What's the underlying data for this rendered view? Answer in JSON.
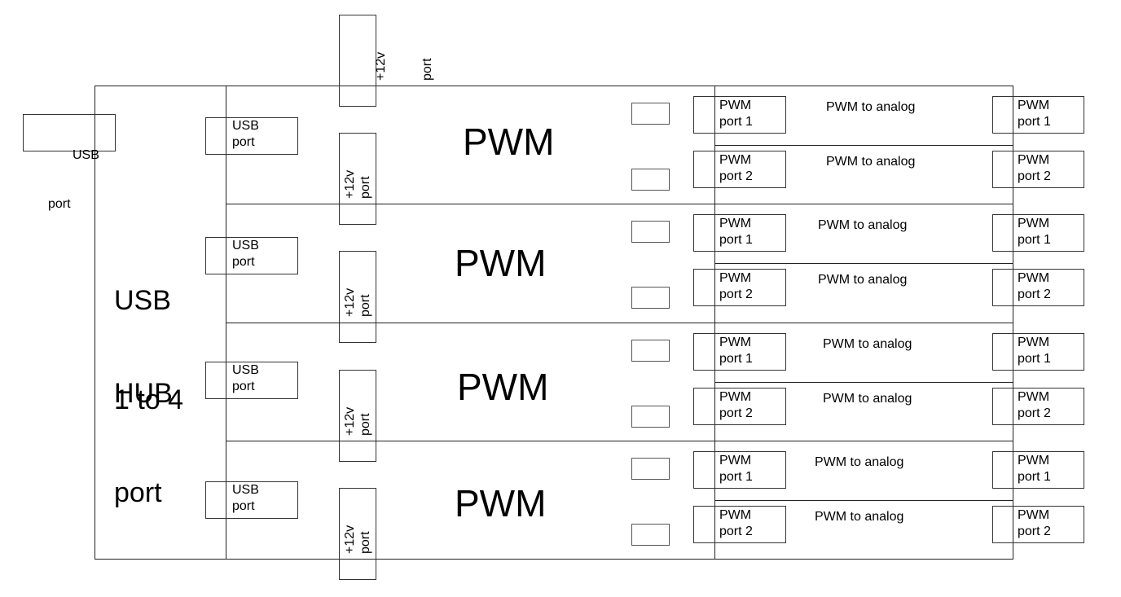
{
  "hub": {
    "title_line1": "USB",
    "title_line2": "HUB",
    "subtitle_line1": "1 to 4",
    "subtitle_line2": "port"
  },
  "external_usb": {
    "line1": "USB",
    "line2": "port"
  },
  "top_power": {
    "line1": "+12v",
    "line2": "port"
  },
  "boards": [
    {
      "label": "PWM",
      "usb": {
        "line1": "USB",
        "line2": "port"
      },
      "power": {
        "line1": "+12v",
        "line2": "port"
      },
      "channels": [
        {
          "left_port": {
            "line1": "PWM",
            "line2": "port 1"
          },
          "converter": "PWM to analog",
          "right_port": {
            "line1": "PWM",
            "line2": "port 1"
          }
        },
        {
          "left_port": {
            "line1": "PWM",
            "line2": "port 2"
          },
          "converter": "PWM to analog",
          "right_port": {
            "line1": "PWM",
            "line2": "port 2"
          }
        }
      ]
    },
    {
      "label": "PWM",
      "usb": {
        "line1": "USB",
        "line2": "port"
      },
      "power": {
        "line1": "+12v",
        "line2": "port"
      },
      "channels": [
        {
          "left_port": {
            "line1": "PWM",
            "line2": "port 1"
          },
          "converter": "PWM to analog",
          "right_port": {
            "line1": "PWM",
            "line2": "port 1"
          }
        },
        {
          "left_port": {
            "line1": "PWM",
            "line2": "port 2"
          },
          "converter": "PWM to analog",
          "right_port": {
            "line1": "PWM",
            "line2": "port 2"
          }
        }
      ]
    },
    {
      "label": "PWM",
      "usb": {
        "line1": "USB",
        "line2": "port"
      },
      "power": {
        "line1": "+12v",
        "line2": "port"
      },
      "channels": [
        {
          "left_port": {
            "line1": "PWM",
            "line2": "port 1"
          },
          "converter": "PWM to analog",
          "right_port": {
            "line1": "PWM",
            "line2": "port 1"
          }
        },
        {
          "left_port": {
            "line1": "PWM",
            "line2": "port 2"
          },
          "converter": "PWM to analog",
          "right_port": {
            "line1": "PWM",
            "line2": "port 2"
          }
        }
      ]
    },
    {
      "label": "PWM",
      "usb": {
        "line1": "USB",
        "line2": "port"
      },
      "power": {
        "line1": "+12v",
        "line2": "port"
      },
      "channels": [
        {
          "left_port": {
            "line1": "PWM",
            "line2": "port 1"
          },
          "converter": "PWM to analog",
          "right_port": {
            "line1": "PWM",
            "line2": "port 1"
          }
        },
        {
          "left_port": {
            "line1": "PWM",
            "line2": "port 2"
          },
          "converter": "PWM to analog",
          "right_port": {
            "line1": "PWM",
            "line2": "port 2"
          }
        }
      ]
    }
  ]
}
